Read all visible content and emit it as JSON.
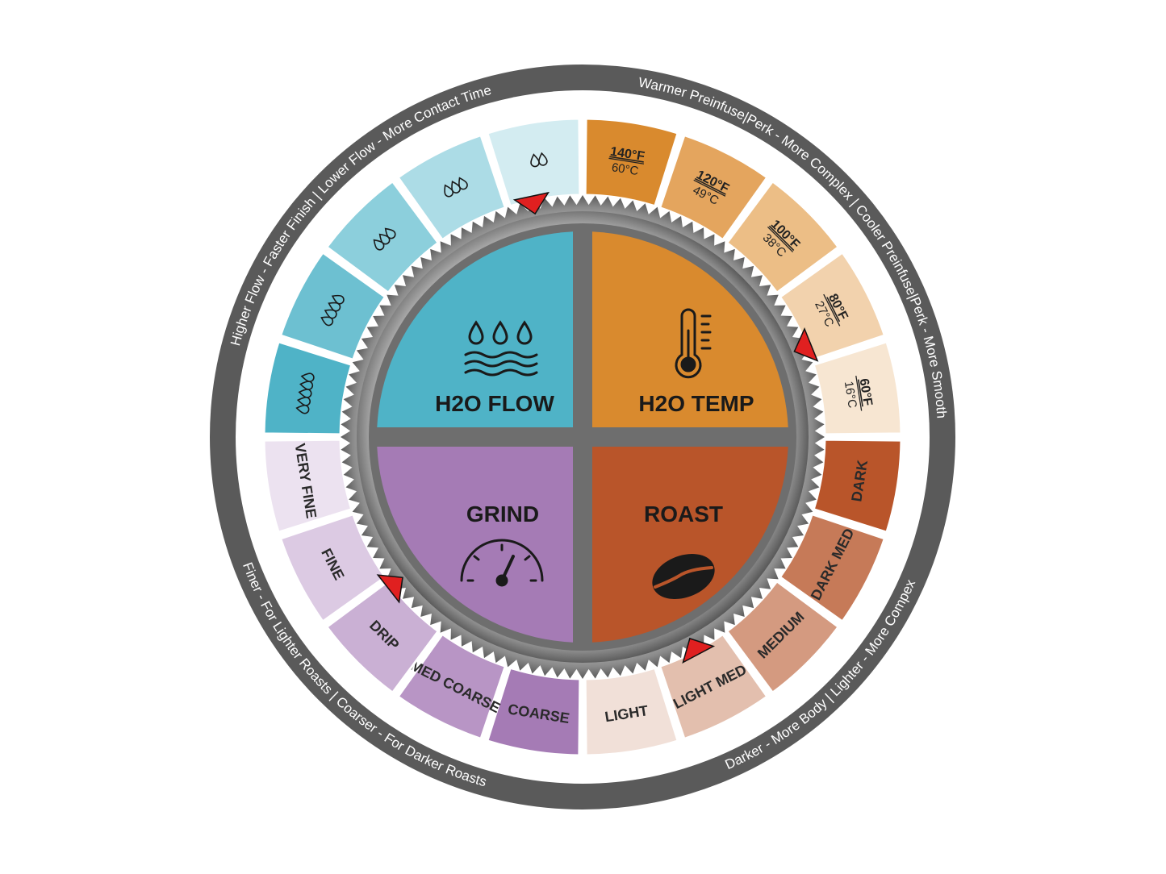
{
  "outer_ring": {
    "arcs": [
      "Warmer Preinfuse|Perk  -  More Complex  |  Cooler Preinfuse|Perk  -  More Smooth",
      "Darker - More Body  |  Lighter - More Compex",
      "Finer - For Lighter Roasts  |  Coarser - For Darker Roasts",
      "Higher Flow - Faster Finish  |  Lower Flow - More Contact Time"
    ]
  },
  "segments": {
    "temp": [
      {
        "f": "140°F",
        "c": "60°C",
        "color": "#d98a2e"
      },
      {
        "f": "120°F",
        "c": "49°C",
        "color": "#e4a55e"
      },
      {
        "f": "100°F",
        "c": "38°C",
        "color": "#ecbe86"
      },
      {
        "f": "80°F",
        "c": "27°C",
        "color": "#f2d2ad"
      },
      {
        "f": "60°F",
        "c": "16°C",
        "color": "#f7e6d2"
      }
    ],
    "roast": [
      {
        "label": "DARK",
        "color": "#b9552a"
      },
      {
        "label": "DARK MED",
        "color": "#c67a58"
      },
      {
        "label": "MEDIUM",
        "color": "#d49a80"
      },
      {
        "label": "LIGHT MED",
        "color": "#e3bfae"
      },
      {
        "label": "LIGHT",
        "color": "#f1e0d8"
      }
    ],
    "grind": [
      {
        "label": "COARSE",
        "color": "#a57bb5"
      },
      {
        "label": "MED COARSE",
        "color": "#b895c5"
      },
      {
        "label": "DRIP",
        "color": "#cab0d4"
      },
      {
        "label": "FINE",
        "color": "#dccae3"
      },
      {
        "label": "VERY FINE",
        "color": "#ece2f0"
      }
    ],
    "flow": [
      {
        "drops": 5,
        "color": "#4fb3c7"
      },
      {
        "drops": 4,
        "color": "#6dc0d1"
      },
      {
        "drops": 3,
        "color": "#8ccfdc"
      },
      {
        "drops": 3,
        "color": "#acdce6"
      },
      {
        "drops": 2,
        "color": "#d3ecf1"
      }
    ]
  },
  "quadrants": {
    "flow": {
      "label": "H2O FLOW",
      "color": "#4fb3c7",
      "icon": "water-drops-waves-icon"
    },
    "temp": {
      "label": "H2O TEMP",
      "color": "#d98a2e",
      "icon": "thermometer-icon"
    },
    "grind": {
      "label": "GRIND",
      "color": "#a57bb5",
      "icon": "gauge-icon"
    },
    "roast": {
      "label": "ROAST",
      "color": "#b9552a",
      "icon": "coffee-bean-icon"
    }
  },
  "colors": {
    "outer_ring": "#5a5a5a",
    "bezel": "#8e8e8e",
    "pointer": "#e02020",
    "divider": "#6e6e6e"
  }
}
